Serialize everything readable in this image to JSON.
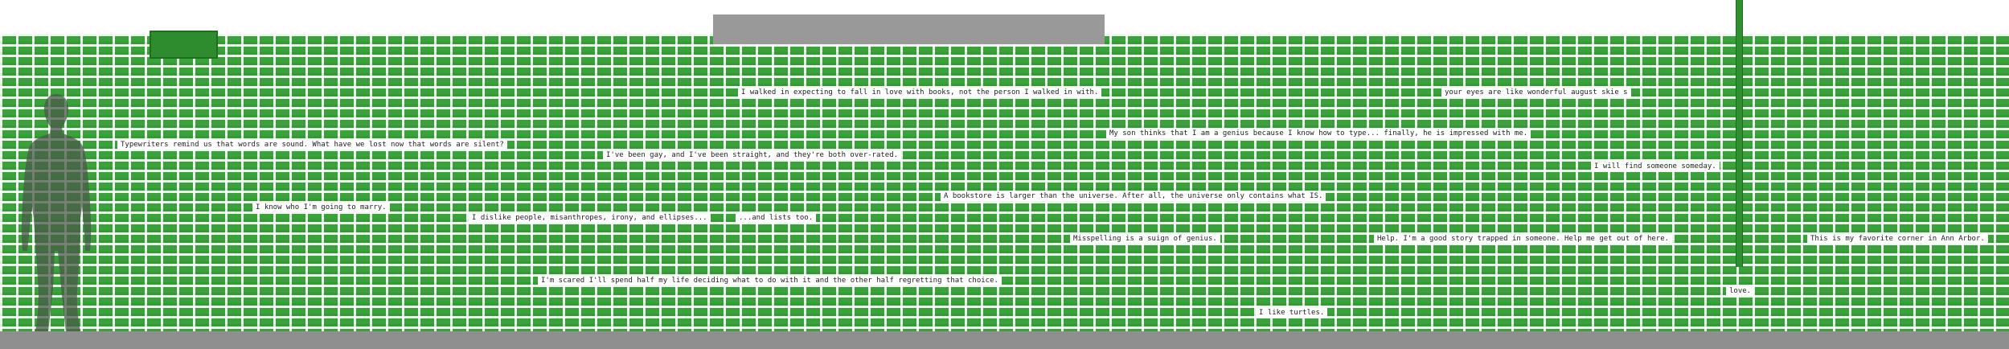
{
  "notes": [
    {
      "id": "n1",
      "text": "I walked in expecting to fall in love with books, not the person I walked in with."
    },
    {
      "id": "n2",
      "text": "your eyes are like wonderful august skie s"
    },
    {
      "id": "n3",
      "text": "My son thinks that I am a genius because I know how to type... finally, he is impressed with me."
    },
    {
      "id": "n4",
      "text": "Typewriters remind us that words are sound. What have we lost now that words  are silent?"
    },
    {
      "id": "n5",
      "text": "I've been gay, and I've been straight, and they're both over-rated."
    },
    {
      "id": "n6",
      "text": "I will find someone someday."
    },
    {
      "id": "n7",
      "text": "A bookstore is larger than the universe. After all, the universe only contains what IS."
    },
    {
      "id": "n8",
      "text": "I know who I'm going to marry."
    },
    {
      "id": "n9",
      "text": "I dislike people, misanthropes, irony, and ellipses..."
    },
    {
      "id": "n10",
      "text": "...and lists too."
    },
    {
      "id": "n11",
      "text": "Misspelling is a suign of genius."
    },
    {
      "id": "n12",
      "text": "Help. I'm a good story trapped in someone. Help me get out of here."
    },
    {
      "id": "n13",
      "text": "This is my favorite corner in Ann Arbor."
    },
    {
      "id": "n14",
      "text": "I'm scared I'll spend half my life deciding what to do with it and the other half regretting that choice."
    },
    {
      "id": "n15",
      "text": "love."
    },
    {
      "id": "n16",
      "text": "I like turtles."
    }
  ],
  "colors": {
    "wall": "#3aa23a",
    "mortar": "#ffffff",
    "floor": "#8f8f8f",
    "panel": "#999999",
    "sign": "#2e8b2e",
    "pipe": "#2d8f2d",
    "silhouette": "#4a5a4a"
  }
}
